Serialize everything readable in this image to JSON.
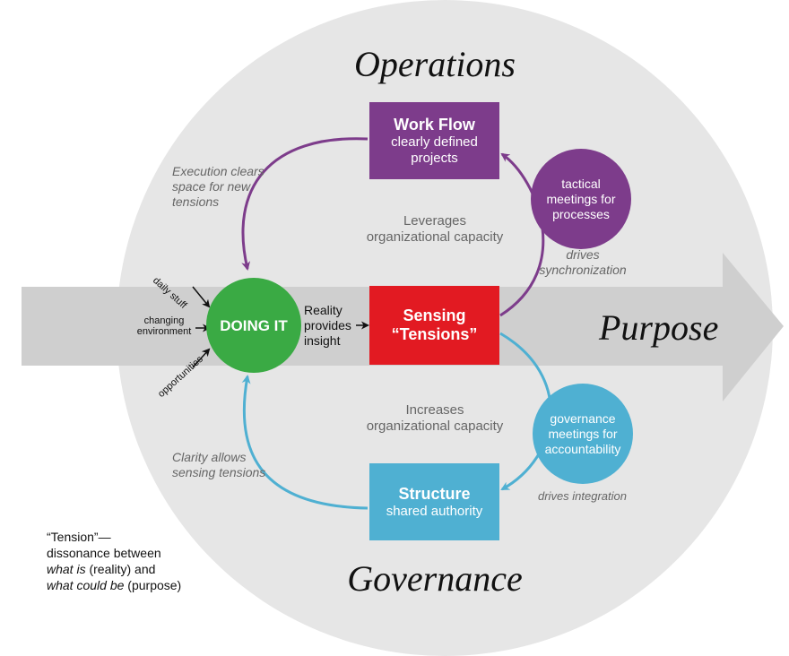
{
  "titles": {
    "operations": "Operations",
    "governance": "Governance",
    "purpose": "Purpose"
  },
  "workflow": {
    "title": "Work Flow",
    "line1": "clearly defined",
    "line2": "projects"
  },
  "sensing": {
    "title": "Sensing",
    "subtitle": "“Tensions”"
  },
  "structure": {
    "title": "Structure",
    "subtitle": "shared authority"
  },
  "doing": {
    "label": "DOING IT"
  },
  "tactical": {
    "line1": "tactical",
    "line2": "meetings for",
    "line3": "processes"
  },
  "governance_meetings": {
    "line1": "governance",
    "line2": "meetings for",
    "line3": "accountability"
  },
  "labels": {
    "execution_1": "Execution clears",
    "execution_2": "space for new",
    "execution_3": "tensions",
    "leverages_1": "Leverages",
    "leverages_2": "organizational capacity",
    "increases_1": "Increases",
    "increases_2": "organizational capacity",
    "clarity_1": "Clarity allows",
    "clarity_2": "sensing tensions",
    "reality_1": "Reality",
    "reality_2": "provides",
    "reality_3": "insight",
    "drives_sync_1": "drives",
    "drives_sync_2": "synchronization",
    "drives_integration": "drives integration",
    "daily_stuff": "daily stuff",
    "changing_1": "changing",
    "changing_2": "environment",
    "opportunities": "opportunities"
  },
  "definition": {
    "line1": "“Tension”—",
    "line2": "dissonance between",
    "line3a": "what is",
    "line3b": " (reality) and",
    "line4a": "what could be",
    "line4b": " (purpose)"
  },
  "colors": {
    "purple": "#7d3c8b",
    "red": "#e21a22",
    "blue": "#4fb0d2",
    "green": "#3aaa44",
    "circle_bg": "#e6e6e6",
    "arrow_bg": "#cfcfcf"
  }
}
